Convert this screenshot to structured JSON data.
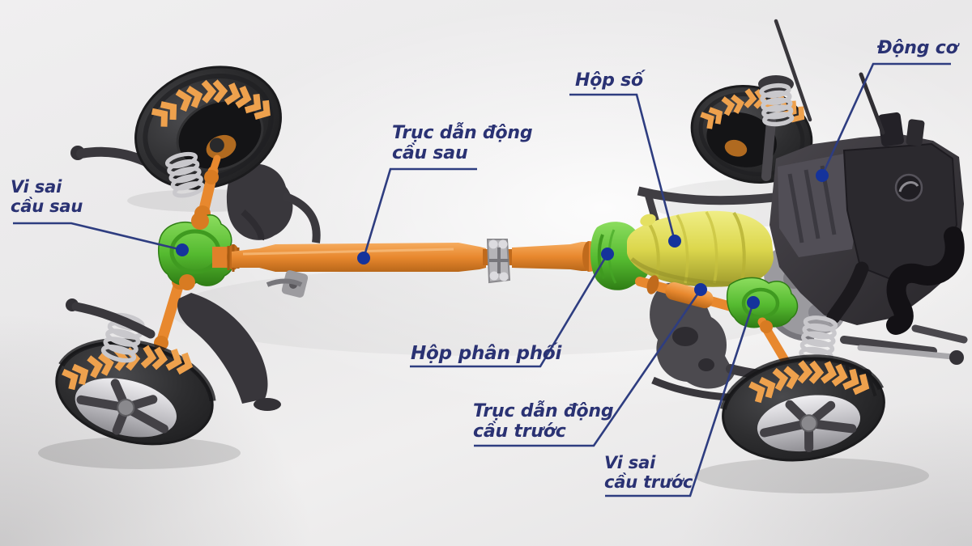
{
  "labels": {
    "rear_diff": "Vi sai\ncầu sau",
    "rear_driveshaft": "Trục dẫn động\ncầu sau",
    "gearbox": "Hộp số",
    "engine": "Động cơ",
    "transfer_case": "Hộp phân phối",
    "front_driveshaft": "Trục dẫn động\ncầu trước",
    "front_diff": "Vi sai\ncầu trước"
  },
  "colors": {
    "label-text": "#2a3273",
    "leader-line": "#2e3d80",
    "leader-dot": "#15339b",
    "tire": "#2b2b2d",
    "chevron": "#eea14d",
    "shaft-orange": "#e8882e",
    "shaft-orange-dark": "#bf6c1b",
    "diff-green": "#57bb32",
    "diff-green-dark": "#2f7d15",
    "gearbox-yellow": "#dedb52",
    "engine-dark": "#312f34",
    "engine-mid": "#4b4950",
    "metal-silver": "#b3b2b6",
    "suspension-gray": "#3c3a3f",
    "background": "#ececec"
  }
}
